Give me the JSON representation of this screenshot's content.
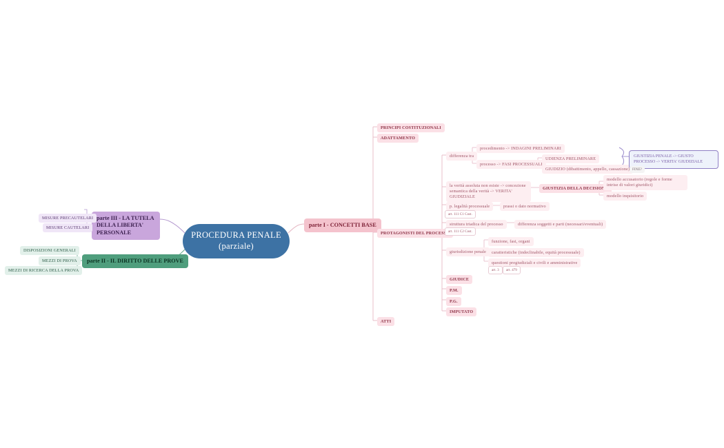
{
  "root": {
    "line1": "PROCEDURA PENALE",
    "line2": "(parziale)",
    "color": "#3d72a4"
  },
  "left": {
    "parte3": {
      "label": "parte III - LA TUTELA DELLA LIBERTA' PERSONALE",
      "color": "#c9a6dc",
      "children": [
        {
          "label": "MISURE PRECAUTELARI"
        },
        {
          "label": "MISURE CAUTELARI"
        }
      ]
    },
    "parte2": {
      "label": "parte II - IL DIRITTO DELLE PROVE",
      "color": "#4f9e7d",
      "children": [
        {
          "label": "DISPOSIZIONI GENERALI"
        },
        {
          "label": "MEZZI DI PROVA"
        },
        {
          "label": "MEZZI DI RICERCA DELLA PROVA"
        }
      ]
    }
  },
  "right": {
    "parte1": {
      "label": "parte I - CONCETTI BASE",
      "color": "#f4c3cd"
    },
    "spine": [
      {
        "label": "PRINCIPI COSTITUZIONALI"
      },
      {
        "label": "ADATTAMENTO"
      },
      {
        "label": "PROTAGONISTI DEL PROCESSO"
      },
      {
        "label": "ATTI"
      }
    ],
    "differenza": {
      "label": "differenza tra",
      "children": [
        {
          "label": "procedimento -> INDAGINI PRELIMINARI"
        },
        {
          "label": "processo -> FASI PROCESSUALI"
        }
      ],
      "processo_children": [
        {
          "label": "UDIENZA PRELIMINARE"
        },
        {
          "label": "GIUDIZIO (dibattimento, appello, cassazione)"
        }
      ]
    },
    "giustizia_box": {
      "label": "GIUSTIZIA PENALE -> GIUSTO PROCESSO -> VERITA' GIUDIZIALE",
      "border_color": "#8f7fc4",
      "text_color": "#7a5ea8",
      "note": "FINE?"
    },
    "verita": {
      "label": "la verità assoluta non esiste -> concezione semantica della verità -> VERITA' GIUDIZIALE",
      "target": "GIUSTIZIA DELLA DECISIONE",
      "modelli": [
        {
          "label": "modello accusatorio (regole e forme intrise di valori giuridici)"
        },
        {
          "label": "modello inquisitorio"
        }
      ]
    },
    "protagonisti": {
      "label": "PROTAGONISTI DEL PROCESSO",
      "items": [
        {
          "label": "p. legalità processuale",
          "note": "prassi o dato normativo",
          "art": "art. 111 C1 Cost."
        },
        {
          "label": "struttura triadica del processo",
          "note": "differenza soggetti e parti (necessari/eventuali)",
          "art": "art. 111 C2 Cost."
        }
      ],
      "giurisdizione": {
        "label": "giurisdizione penale",
        "children": [
          {
            "label": "funzione, fasi, organi"
          },
          {
            "label": "caratteristiche (indeclinabile, equità processuale)"
          },
          {
            "label": "questioni pregiudiziali e civili e amministrative"
          }
        ],
        "arts": [
          {
            "label": "art. 3"
          },
          {
            "label": "art. 479"
          }
        ]
      },
      "soggetti": [
        {
          "label": "GIUDICE"
        },
        {
          "label": "P.M."
        },
        {
          "label": "P.G."
        },
        {
          "label": "IMPUTATO"
        }
      ]
    }
  },
  "colors": {
    "pink_wire": "#e6b8c4",
    "purple_wire": "#b59ad0",
    "green_wire": "#63a98a",
    "blue_wire": "#9b8ccc"
  }
}
